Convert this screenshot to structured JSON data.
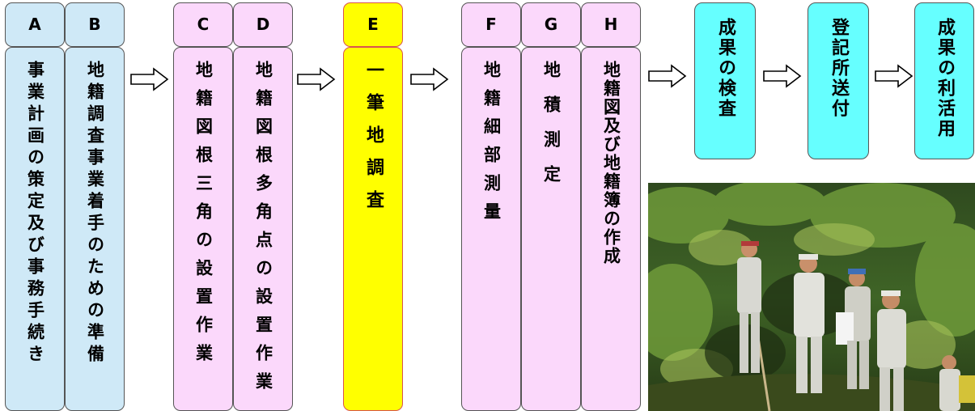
{
  "stages": {
    "A": {
      "letter": "A",
      "text": "事業計画の策定及び事務手続き"
    },
    "B": {
      "letter": "B",
      "text": "地籍調査事業着手のための準備"
    },
    "C": {
      "letter": "C",
      "text": "地籍図根三角の設置作業"
    },
    "D": {
      "letter": "D",
      "text": "地籍図根多角点の設置作業"
    },
    "E": {
      "letter": "E",
      "text": "一筆地調査"
    },
    "F": {
      "letter": "F",
      "text": "地籍細部測量"
    },
    "G": {
      "letter": "G",
      "text": "地積測定"
    },
    "H": {
      "letter": "H",
      "text": "地籍図及び地籍簿の作成"
    }
  },
  "final_steps": {
    "inspection": "成果の検査",
    "registry": "登記所送付",
    "use": "成果の利活用"
  },
  "colors": {
    "blue": "#cfe9f7",
    "pink": "#fbd8fb",
    "yellow": "#ffff00",
    "cyan": "#66ffff"
  },
  "photo": {
    "subject": "field-survey-photo"
  }
}
